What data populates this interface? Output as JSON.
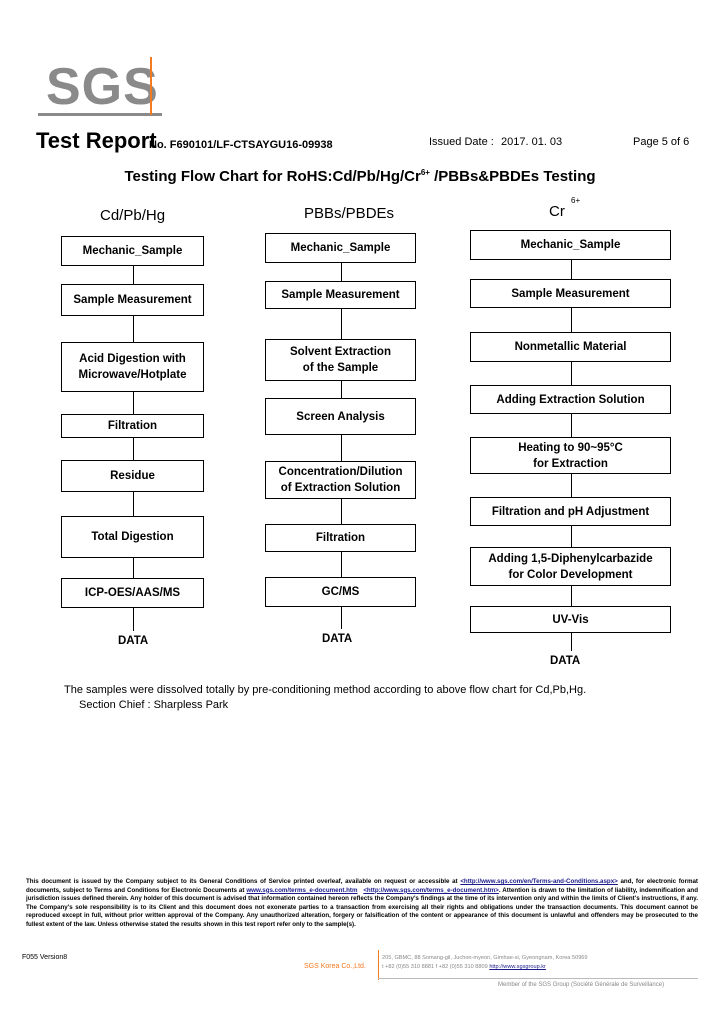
{
  "header": {
    "logo_text": "SGS",
    "title": "Test Report",
    "report_no": "No. F690101/LF-CTSAYGU16-09938",
    "issued_label": "Issued Date :",
    "issued_value": "2017. 01. 03",
    "page": "Page 5 of 6"
  },
  "chart_title_main": "Testing Flow Chart for RoHS:Cd/Pb/Hg/Cr",
  "chart_title_sup": "6+",
  "chart_title_rest": " /PBBs&PBDEs Testing",
  "col1": {
    "heading": "Cd/Pb/Hg",
    "steps": [
      "Mechanic_Sample",
      "Sample Measurement",
      "Acid Digestion with\nMicrowave/Hotplate",
      "Filtration",
      "Residue",
      "Total Digestion",
      "ICP-OES/AAS/MS"
    ],
    "end": "DATA"
  },
  "col2": {
    "heading": "PBBs/PBDEs",
    "steps": [
      "Mechanic_Sample",
      "Sample Measurement",
      "Solvent Extraction\nof the Sample",
      "Screen Analysis",
      "Concentration/Dilution\nof Extraction Solution",
      "Filtration",
      "GC/MS"
    ],
    "end": "DATA"
  },
  "col3": {
    "heading": "Cr",
    "heading_sup": "6+",
    "steps": [
      "Mechanic_Sample",
      "Sample Measurement",
      "Nonmetallic Material",
      "Adding Extraction Solution",
      "Heating to 90~95°C\nfor Extraction",
      "Filtration and pH Adjustment",
      "Adding 1,5-Diphenylcarbazide\nfor Color Development",
      "UV-Vis"
    ],
    "end": "DATA"
  },
  "note": "The samples were dissolved totally by pre-conditioning method according to above flow chart for Cd,Pb,Hg.",
  "section_chief": "Section Chief  :  Sharpless Park",
  "footer": {
    "disclaimer_1": "This document is issued by the Company subject to its General Conditions of Service printed overleaf, available on request or accessible at ",
    "link_1": "<http://www.sgs.com/en/Terms-and-Conditions.aspx>",
    "disclaimer_2": " and, for electronic format documents, subject to Terms and Conditions for Electronic Documents at ",
    "link_2": "www.sgs.com/terms_e-document.htm",
    "link_3": "<http://www.sgs.com/terms_e-document.htm>",
    "disclaimer_3": ". Attention is drawn to the limitation of liability, indemnification and jurisdiction issues defined therein. Any holder of this document is advised that information contained hereon reflects the Company's findings at the time of its intervention only and within the limits of Client's instructions, if any. The Company's sole responsibility is to its Client and this document does not exonerate parties to a transaction from exercising all their rights and obligations under the transaction documents. This document cannot be reproduced except in full, without prior written approval of the Company. Any unauthorized alteration, forgery or falsification of the content or appearance of this document is unlawful and offenders may be prosecuted to the fullest extent of the law. Unless otherwise stated the results shown in this test report refer only to the sample(s).",
    "version": "F055 Version8",
    "company": "SGS Korea Co.,Ltd.",
    "address": "205, GBMC, 88 Somang-gil, Juchon-myeon, Gimhae-si, Gyeongnam, Korea 50969",
    "phone": "t +82 (0)55 310 8881  f +82 (0)55 310 8809 ",
    "website": "http://www.sgsgroup.kr",
    "member": "Member of the SGS Group (Société Générale de Surveillance)"
  }
}
